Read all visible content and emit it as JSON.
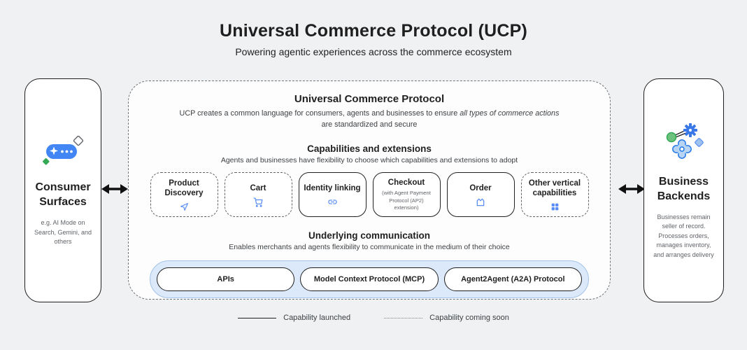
{
  "page": {
    "title": "Universal Commerce Protocol (UCP)",
    "subtitle": "Powering agentic experiences across the commerce ecosystem"
  },
  "consumer_surfaces": {
    "title": "Consumer Surfaces",
    "caption": "e.g. AI Mode on Search, Gemini, and others",
    "icon": "ai-mode-pill-icon"
  },
  "business_backends": {
    "title": "Business Backends",
    "caption": "Businesses remain seller of record. Processes orders, manages inventory, and arranges delivery",
    "icon": "gears-icon"
  },
  "ucp_panel": {
    "title": "Universal Commerce Protocol",
    "description_prefix": "UCP creates a common language for consumers, agents and businesses to ensure ",
    "description_italic": "all types of commerce actions",
    "description_suffix": " are standardized and secure",
    "capabilities_section": {
      "title": "Capabilities and extensions",
      "subtitle": "Agents and businesses have flexibility to choose which capabilities and extensions to adopt",
      "items": [
        {
          "label": "Product Discovery",
          "sublabel": "",
          "status": "coming-soon",
          "icon": "send-icon"
        },
        {
          "label": "Cart",
          "sublabel": "",
          "status": "coming-soon",
          "icon": "cart-icon"
        },
        {
          "label": "Identity linking",
          "sublabel": "",
          "status": "launched",
          "icon": "link-icon"
        },
        {
          "label": "Checkout",
          "sublabel": "(with Agent Payment Protocol (AP2) extension)",
          "status": "launched",
          "icon": ""
        },
        {
          "label": "Order",
          "sublabel": "",
          "status": "launched",
          "icon": "package-icon"
        },
        {
          "label": "Other vertical capabilities",
          "sublabel": "",
          "status": "coming-soon",
          "icon": "grid-icon"
        }
      ]
    },
    "communication_section": {
      "title": "Underlying communication",
      "subtitle": "Enables merchants and agents flexibility to communicate in the medium of their choice",
      "protocols": [
        "APIs",
        "Model Context Protocol (MCP)",
        "Agent2Agent (A2A) Protocol"
      ]
    }
  },
  "legend": {
    "launched_label": "Capability launched",
    "coming_soon_label": "Capability coming soon"
  },
  "colors": {
    "accent_blue": "#4285f4",
    "protocol_shell_fill": "#dce9fa",
    "protocol_shell_border": "#a3c3e8",
    "green": "#34a853",
    "text_dark": "#1f1f1f",
    "text_gray": "#5f6368",
    "background": "#f0f1f3"
  }
}
